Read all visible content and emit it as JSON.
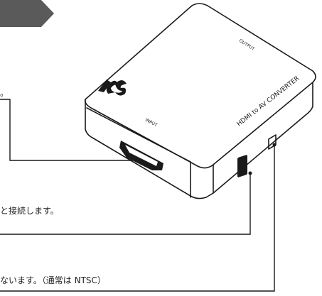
{
  "device": {
    "label_output": "OUTPUT",
    "label_input": "INPUT",
    "label_model": "HDMI to AV CONVERTER"
  },
  "callouts": {
    "top_fragment": "。",
    "middle_fragment": "と接続します。",
    "bottom_fragment": "ないます。（通常は NTSC）"
  },
  "colors": {
    "banner": "#5a5a5a",
    "outline": "#1a1a1a",
    "text": "#222222"
  }
}
